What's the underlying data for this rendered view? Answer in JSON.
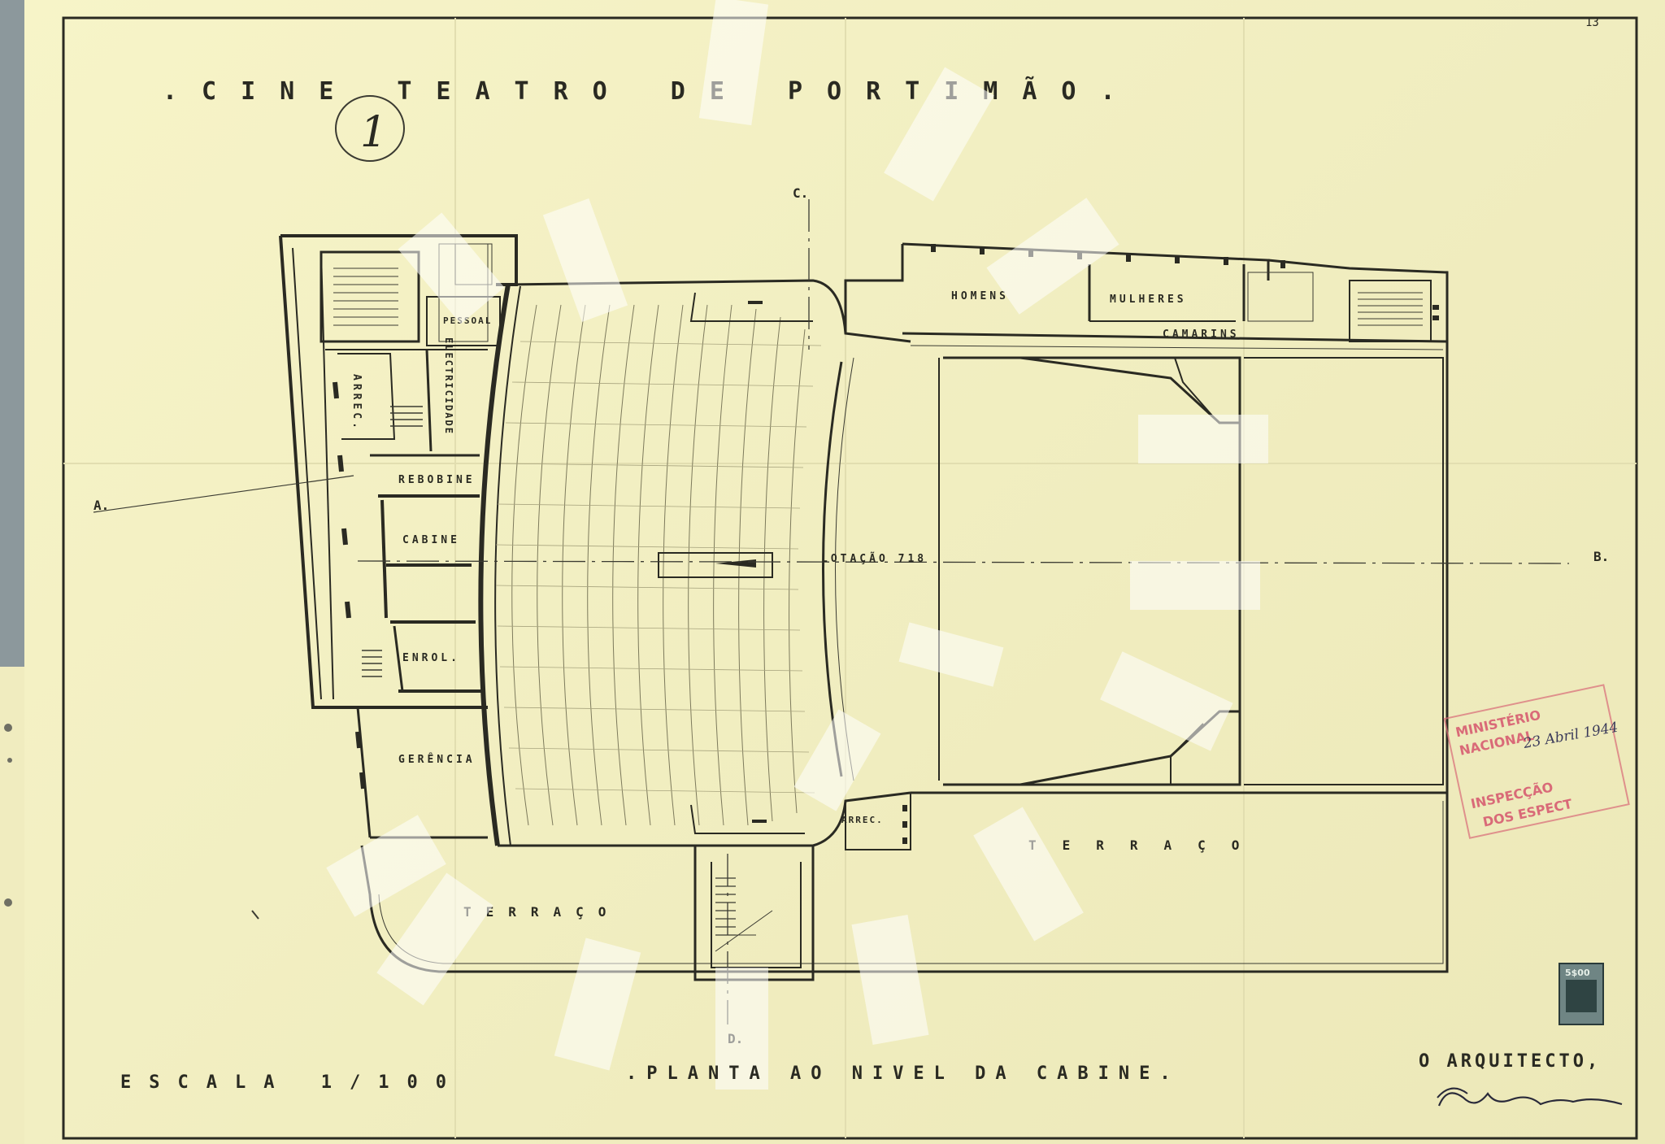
{
  "document": {
    "title": ".CINE TEATRO DE PORTIMÃO.",
    "sheet_number": "1",
    "corner_number": "13",
    "subtitle": ".PLANTA AO NIVEL DA CABINE.",
    "scale": "ESCALA 1/100",
    "architect_label": "O ARQUITECTO,"
  },
  "section_marks": {
    "a": "A.",
    "b": "B.",
    "c": "C.",
    "d": "D."
  },
  "rooms": {
    "homens": "HOMENS",
    "mulheres": "MULHERES",
    "camarins": "CAMARINS",
    "pessoal": "PESSOAL",
    "arrec_left": "ARREC.",
    "electricidade": "ELECTRICIDADE",
    "rebobine": "REBOBINE",
    "cabine": "CABINE",
    "enrol": "ENROL.",
    "gerencia": "GERÊNCIA",
    "lotacao": "LOTAÇÃO 718",
    "arrec_right": "ARREC.",
    "terraco_right": "TERRAÇO",
    "terraco_left": "TERRAÇO"
  },
  "stamp": {
    "lines": [
      "MINISTÉRIO",
      "NACIONAL",
      "INSPECÇÃO",
      "DOS ESPECT"
    ],
    "handwritten_date": "23 Abril 1944",
    "revenue_value": "5$00"
  },
  "colors": {
    "paper": "#f3f0c4",
    "ink": "#2a2a22",
    "stamp": "#d96a78",
    "background": "#7f8c90"
  }
}
